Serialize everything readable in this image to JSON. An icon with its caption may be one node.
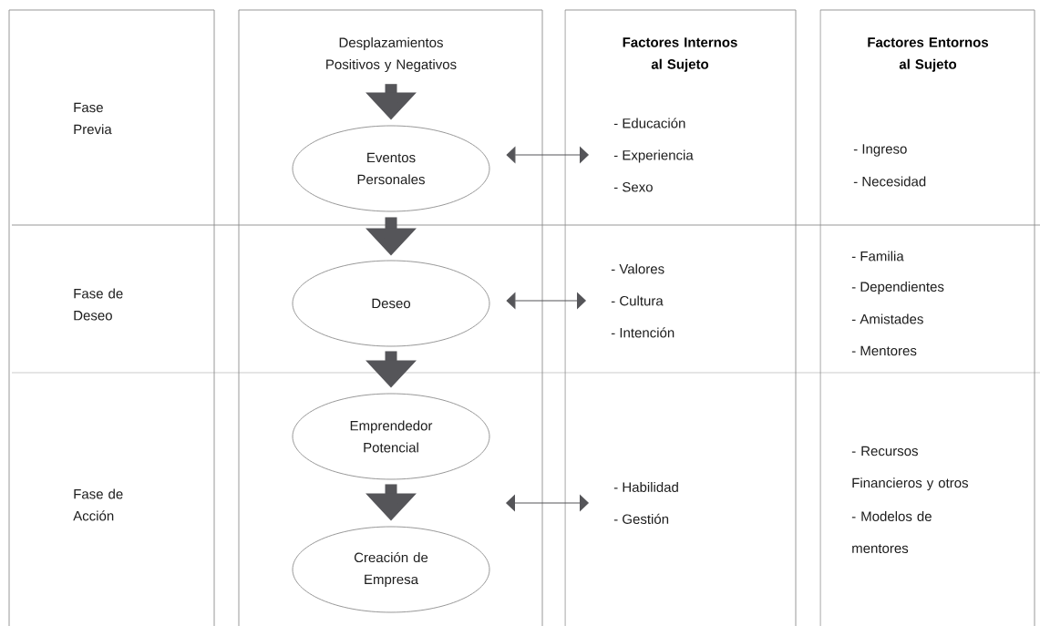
{
  "diagram": {
    "nodes": [
      {
        "text": [
          "Desplazamientos Positivos y Negativos"
        ]
      },
      {
        "text": [
          "Eventos Personales"
        ]
      },
      {
        "text": [
          "Deseo"
        ]
      },
      {
        "text": [
          "Emprendedor Potencial"
        ]
      },
      {
        "text": [
          "Creación de Empresa"
        ]
      },
      {
        "text": [
          "- Educación",
          "- Experiencia",
          "- Sexo"
        ]
      },
      {
        "text": [
          "- Valores",
          "- Cultura",
          "- Intención"
        ]
      },
      {
        "text": [
          "- Habilidad",
          "- Gestión"
        ]
      }
    ],
    "edges": [
      {
        "from": 0,
        "to": 1,
        "arrow": "to"
      },
      {
        "from": 1,
        "to": 2,
        "arrow": "to"
      },
      {
        "from": 2,
        "to": 3,
        "arrow": "to"
      },
      {
        "from": 3,
        "to": 4,
        "arrow": "to"
      },
      {
        "from": 1,
        "to": 5,
        "arrow": "both"
      },
      {
        "from": 2,
        "to": 6,
        "arrow": "both"
      },
      {
        "from": null,
        "to": 7,
        "arrow": "both"
      }
    ],
    "labels": [
      "Factores Internos al Sujeto",
      "Factores Entornos al Sujeto",
      "Fase Previa",
      "- Ingreso",
      "- Necesidad",
      "Fase de Deseo",
      "- Familia",
      "- Dependientes",
      "- Amistades",
      "- Mentores",
      "Fase de Acción",
      "- Recursos Financieros y otros",
      "- Modelos de mentores"
    ]
  }
}
